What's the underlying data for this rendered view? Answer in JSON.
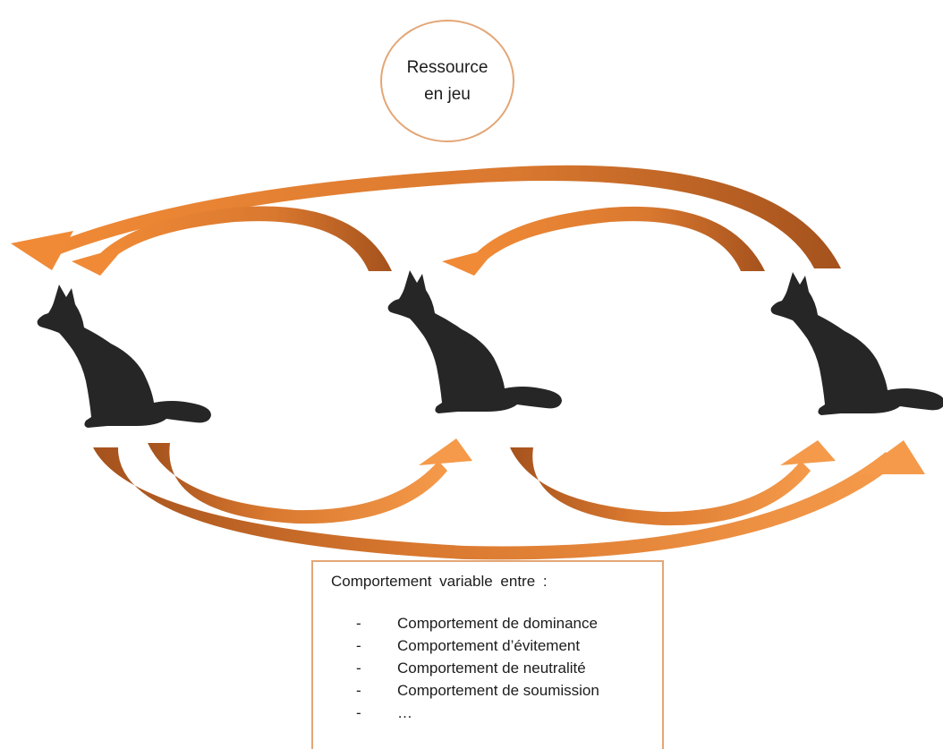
{
  "resource": {
    "line1": "Ressource",
    "line2": "en jeu"
  },
  "behavior_box": {
    "title": "Comportement  variable  entre :",
    "items": [
      "Comportement de dominance",
      "Comportement d’évitement",
      "Comportement de neutralité",
      "Comportement de soumission",
      "…"
    ],
    "bullet": "-"
  },
  "wolves": [
    {
      "id": "left"
    },
    {
      "id": "middle"
    },
    {
      "id": "right"
    }
  ],
  "colors": {
    "arrow": "#e07a2a",
    "arrow_dark": "#a8521c",
    "arrow_light": "#f59a4a",
    "wolf": "#262626",
    "border": "#e3a676"
  }
}
